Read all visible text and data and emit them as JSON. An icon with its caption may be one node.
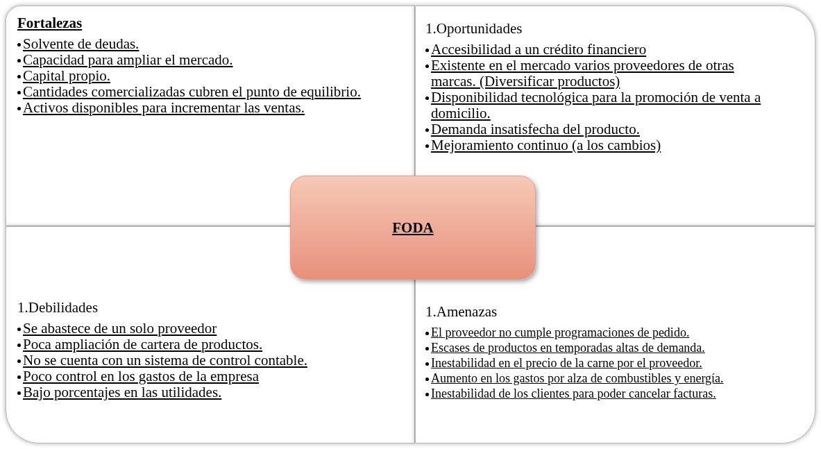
{
  "diagram": {
    "nodes": [
      {
        "text": [
          "Fortalezas",
          "Solvente de deudas.",
          "Capacidad para ampliar el mercado.",
          "Capital propio.",
          "Cantidades comercializadas cubren el punto de equilibrio.",
          "Activos disponibles para incrementar las ventas."
        ]
      },
      {
        "text": [
          "1.Oportunidades",
          "Accesibilidad a un crédito financiero",
          "Existente en el mercado varios proveedores de otras marcas. (Diversificar productos)",
          "Disponibilidad tecnológica para la promoción de venta a domicilio.",
          "Demanda insatisfecha del producto.",
          "Mejoramiento continuo (a los cambios)"
        ]
      },
      {
        "text": [
          "1.Debilidades",
          "Se abastece de un solo proveedor",
          "Poca ampliación de cartera de productos.",
          "No se cuenta con un sistema de control contable.",
          "Poco control en los gastos de la empresa",
          "Bajo porcentajes en las utilidades."
        ]
      },
      {
        "text": [
          "1.Amenazas",
          "El proveedor no cumple programaciones de pedido.",
          "Escases de productos en temporadas altas de demanda.",
          "Inestabilidad en el precio de la carne por el proveedor.",
          "Aumento en los gastos por alza de combustibles y energía.",
          "Inestabilidad de los clientes para poder cancelar facturas."
        ]
      },
      {
        "text": [
          "FODA"
        ]
      }
    ]
  }
}
